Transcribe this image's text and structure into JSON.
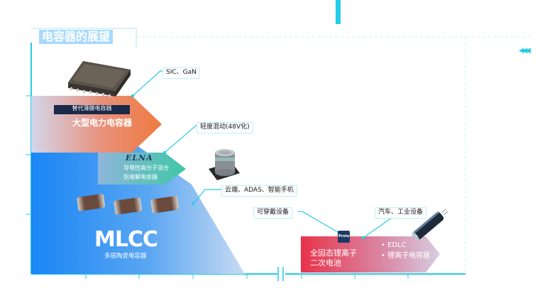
{
  "title": "电容器的展望",
  "tiers": {
    "thin_film": {
      "badge": "替代薄膜电容器",
      "label": "大型电力电容器"
    },
    "aluminum": {
      "brand": "ELNA",
      "line1": "导电性高分子混合",
      "line2": "铝电解电容器"
    },
    "mlcc": {
      "label": "MLCC",
      "sublabel": "多层陶瓷电容器"
    },
    "battery": {
      "brand": "Proto",
      "line1": "全固态锂离子",
      "line2": "二次电池",
      "bullet1": "• EDLC",
      "bullet2": "• 锂离子电容器"
    }
  },
  "callouts": {
    "sic": "SIC、GaN",
    "mild_hybrid": "轻度混动(48V化)",
    "adas": "云端、ADAS、智能手机",
    "wearable": "可穿戴设备",
    "industrial": "汽车、工业设备"
  },
  "colors": {
    "accent": "#23cde6",
    "mlcc_blue": "#1a86f5",
    "thin_film_orange": "#ee7b46",
    "aluminum_teal": "#3fc4a8",
    "battery_red": "#e8334a"
  }
}
